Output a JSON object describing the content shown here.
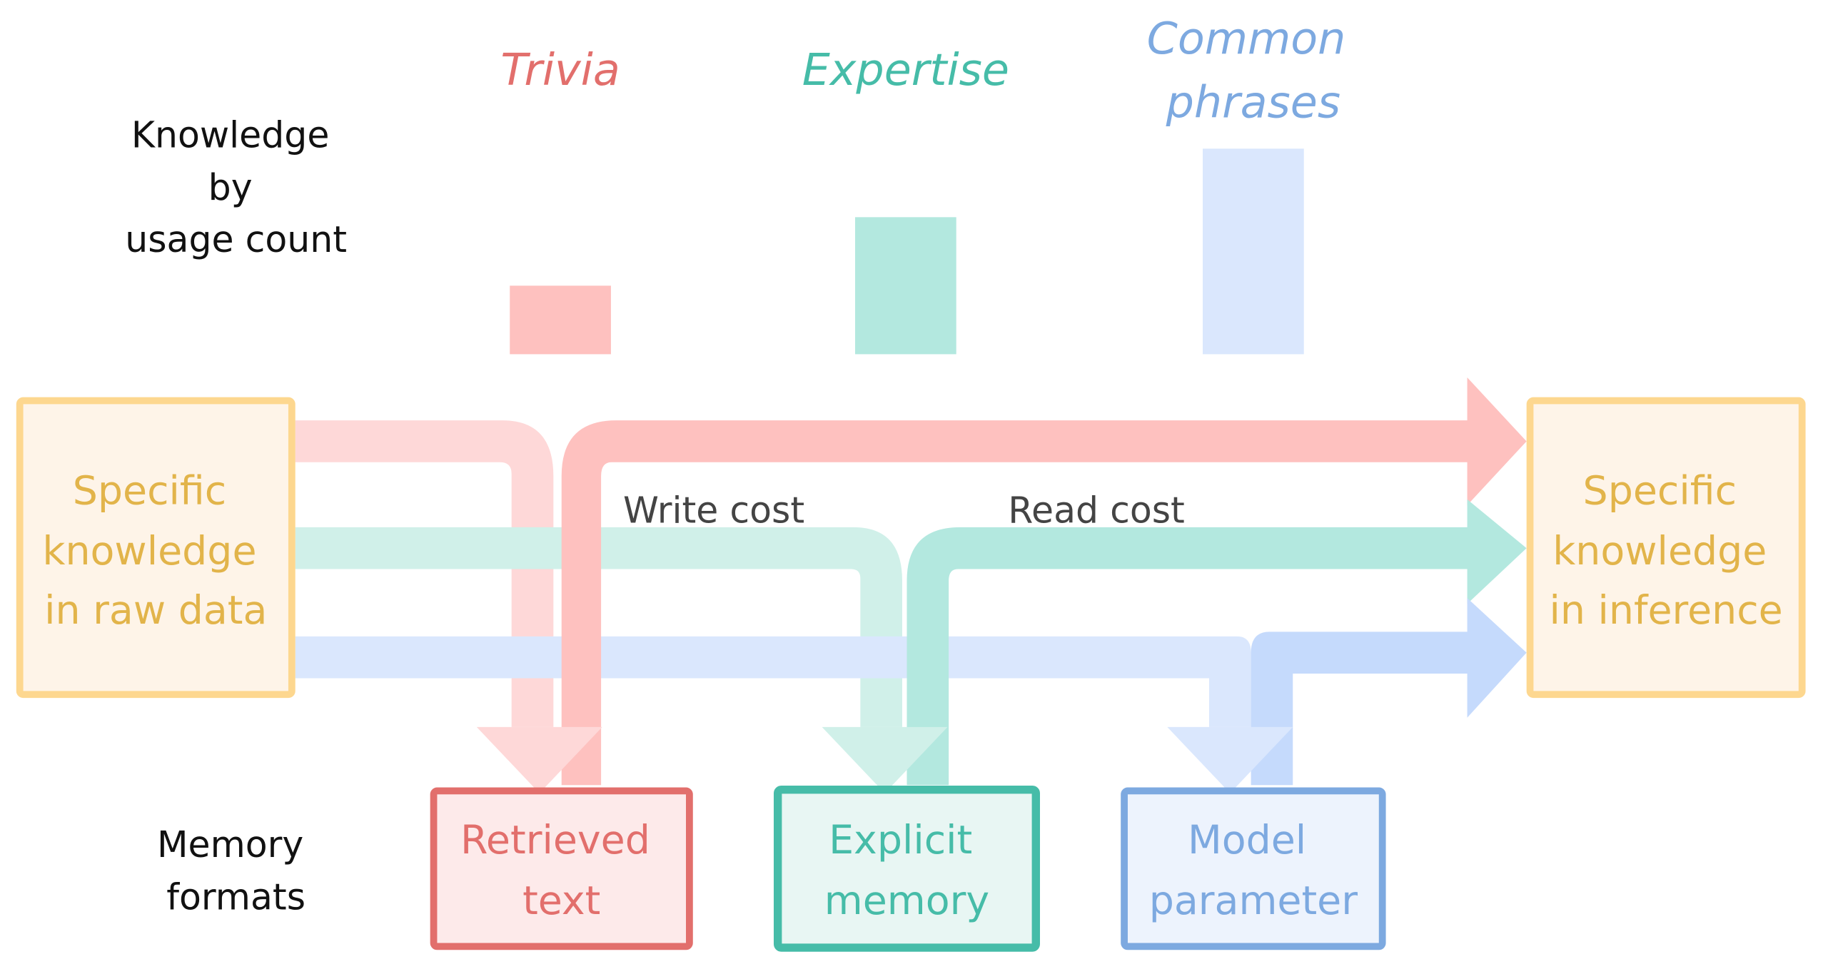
{
  "labels": {
    "knowledge_by_usage": [
      "Knowledge",
      "by",
      "usage count"
    ],
    "memory_formats": [
      "Memory",
      "formats"
    ],
    "write_cost": "Write cost",
    "read_cost": "Read cost"
  },
  "categories": [
    {
      "name": "Trivia",
      "lines": [
        "Trivia"
      ],
      "color": "#E26F6C",
      "bar_color": "#FEC1BF",
      "relative_usage": 1
    },
    {
      "name": "Expertise",
      "lines": [
        "Expertise"
      ],
      "color": "#46BCA8",
      "bar_color": "#B3E8DF",
      "relative_usage": 2
    },
    {
      "name": "Common phrases",
      "lines": [
        "Common",
        "phrases"
      ],
      "color": "#7DA9E0",
      "bar_color": "#DAE7FD",
      "relative_usage": 3
    }
  ],
  "source_box": {
    "lines": [
      "Specific",
      "knowledge",
      "in raw data"
    ]
  },
  "target_box": {
    "lines": [
      "Specific",
      "knowledge",
      "in inference"
    ]
  },
  "knowledge_box_colors": {
    "border": "#FDD78F",
    "fill": "#FEF4E8",
    "text": "#E2B44A"
  },
  "memory_formats": [
    {
      "lines": [
        "Retrieved",
        "text"
      ],
      "border": "#E26F6C",
      "fill": "#FDEAEA",
      "text": "#E26F6C",
      "write_color": "#FED8D8",
      "read_color": "#FEC1BF"
    },
    {
      "lines": [
        "Explicit",
        "memory"
      ],
      "border": "#46BCA8",
      "fill": "#E8F6F3",
      "text": "#46BCA8",
      "write_color": "#D0F0E9",
      "read_color": "#B3E8DF"
    },
    {
      "lines": [
        "Model",
        "parameter"
      ],
      "border": "#7DA9E0",
      "fill": "#EDF3FD",
      "text": "#7DA9E0",
      "write_color": "#DAE7FD",
      "read_color": "#C5DAFC"
    }
  ]
}
